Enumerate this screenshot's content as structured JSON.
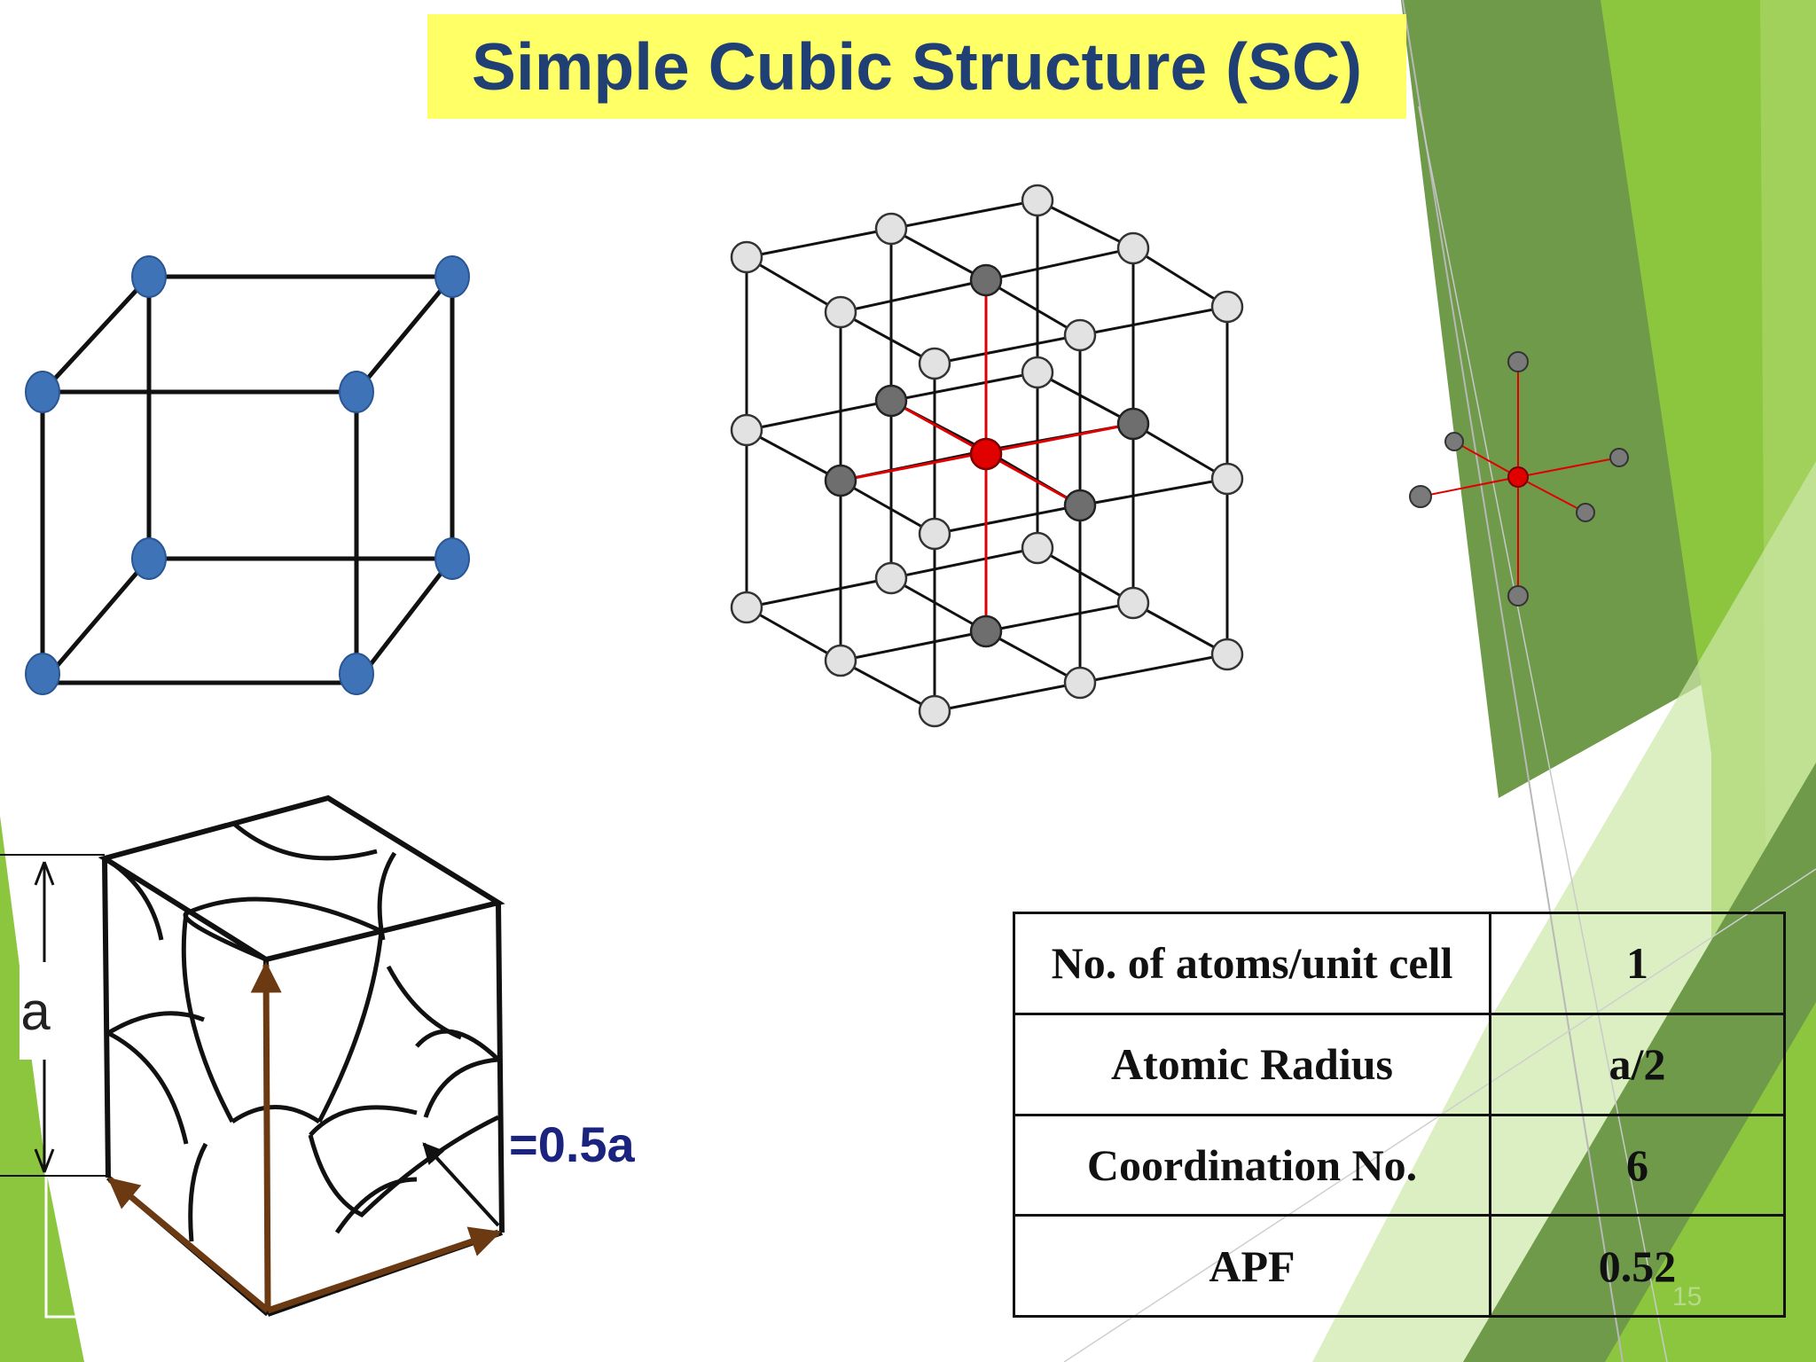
{
  "slide": {
    "title": "Simple Cubic Structure (SC)",
    "number": "15"
  },
  "cell_diagram": {
    "edge_label": "a",
    "radius_label": "=0.5a"
  },
  "properties": {
    "rows": [
      {
        "label": "No. of atoms/unit cell",
        "value": "1"
      },
      {
        "label": "Atomic Radius",
        "value": "a/2"
      },
      {
        "label": "Coordination No.",
        "value": "6"
      },
      {
        "label": "APF",
        "value": "0.52"
      }
    ]
  },
  "colors": {
    "title_background": "#ffff66",
    "title_text": "#1f3f75",
    "atom_blue": "#3f73b8",
    "center_atom": "#e00000",
    "bond_red": "#e00000",
    "arrow_brown": "#6b3a12",
    "green_dark": "#6e9a4a",
    "green_bright": "#8cc63f"
  }
}
